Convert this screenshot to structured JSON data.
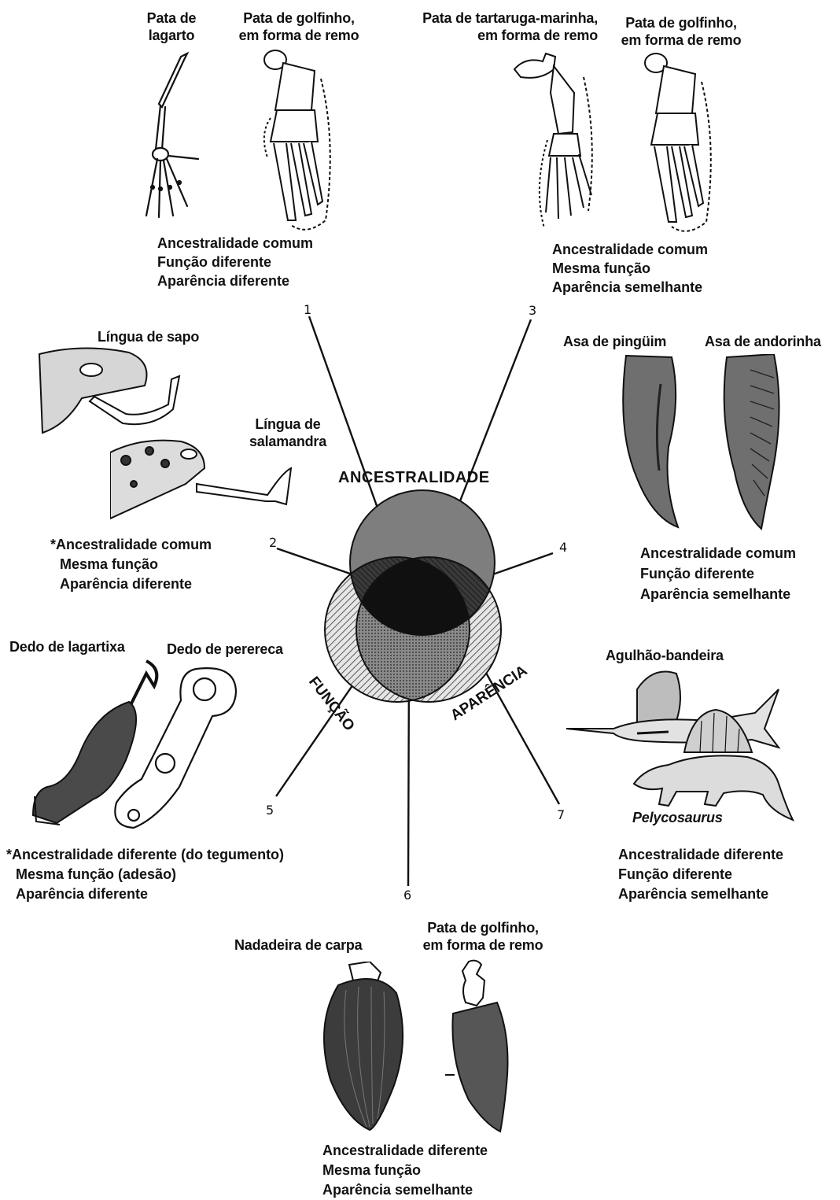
{
  "items": {
    "lizard_leg": "Pata de\nlagarto",
    "dolphin_paddle_1": "Pata de golfinho,\nem forma de remo",
    "turtle_paddle": "Pata de tartaruga-marinha,\nem forma de remo",
    "dolphin_paddle_3": "Pata de golfinho,\nem forma de remo",
    "toad_tongue": "Língua de sapo",
    "salamander_tongue": "Língua de\nsalamandra",
    "penguin_wing": "Asa de pingüim",
    "swallow_wing": "Asa de andorinha",
    "gecko_finger": "Dedo de lagartixa",
    "treefrog_finger": "Dedo de perereca",
    "sailfish": "Agulhão-bandeira",
    "pelycosaurus": "Pelycosaurus",
    "carp_fin": "Nadadeira de carpa",
    "dolphin_paddle_6": "Pata de golfinho,\nem forma de remo"
  },
  "captions": {
    "c1": [
      "Ancestralidade comum",
      "Função diferente",
      "Aparência diferente"
    ],
    "c2": [
      "*Ancestralidade comum",
      "Mesma função",
      "Aparência diferente"
    ],
    "c3": [
      "Ancestralidade comum",
      "Mesma função",
      "Aparência semelhante"
    ],
    "c4": [
      "Ancestralidade comum",
      "Função diferente",
      "Aparência semelhante"
    ],
    "c5": [
      "*Ancestralidade diferente (do tegumento)",
      "Mesma função (adesão)",
      "Aparência diferente"
    ],
    "c6": [
      "Ancestralidade diferente",
      "Mesma função",
      "Aparência semelhante"
    ],
    "c7": [
      "Ancestralidade diferente",
      "Função diferente",
      "Aparência semelhante"
    ]
  },
  "venn": {
    "ancestry": "ANCESTRALIDADE",
    "function": "FUNÇÃO",
    "appearance": "APARÊNCIA"
  },
  "numbers": {
    "n1": "1",
    "n2": "2",
    "n3": "3",
    "n4": "4",
    "n5": "5",
    "n6": "6",
    "n7": "7"
  }
}
